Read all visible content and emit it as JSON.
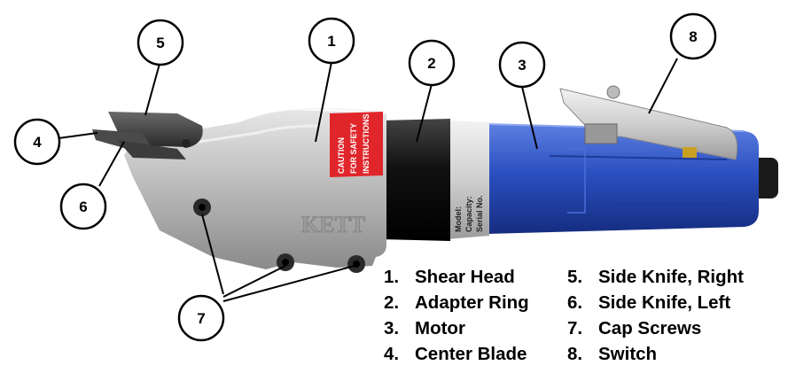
{
  "callouts": [
    "1",
    "2",
    "3",
    "4",
    "5",
    "6",
    "7",
    "8"
  ],
  "legend": [
    {
      "num": "1.",
      "label": "Shear Head"
    },
    {
      "num": "2.",
      "label": "Adapter Ring"
    },
    {
      "num": "3.",
      "label": "Motor"
    },
    {
      "num": "4.",
      "label": "Center Blade"
    },
    {
      "num": "5.",
      "label": "Side Knife, Right"
    },
    {
      "num": "6.",
      "label": "Side Knife, Left"
    },
    {
      "num": "7.",
      "label": "Cap Screws"
    },
    {
      "num": "8.",
      "label": "Switch"
    }
  ],
  "decals": {
    "caution": "CAUTION",
    "for_safety": "FOR SAFETY",
    "instructions": "INSTRUCTIONS",
    "brand": "KETT",
    "model": "Model:",
    "capacity": "Capacity:",
    "serial": "Serial No."
  },
  "colors": {
    "motor": "#2a4fc0",
    "adapter_ring": "#111111",
    "shear_head": "#b8b8b8",
    "caution_band": "#e0262b"
  }
}
